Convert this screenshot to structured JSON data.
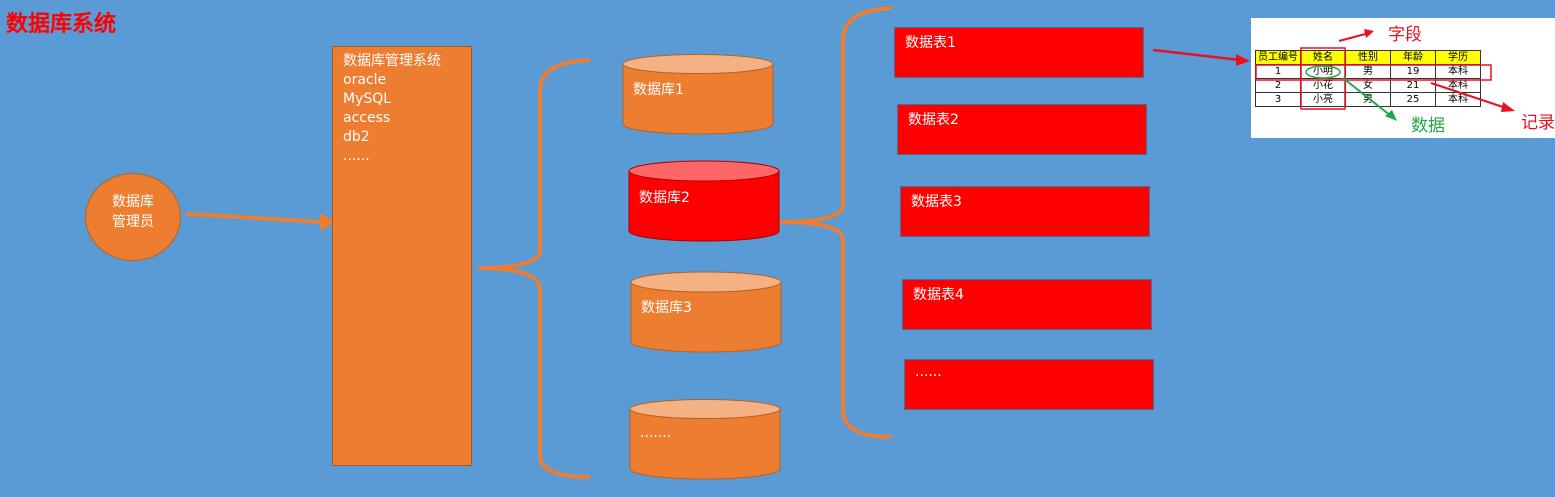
{
  "title": "数据库系统",
  "admin": {
    "line1": "数据库",
    "line2": "管理员"
  },
  "dbms": {
    "title": "数据库管理系统",
    "items": [
      "oracle",
      "MySQL",
      "access",
      "db2",
      "......"
    ]
  },
  "databases": [
    "数据库1",
    "数据库2",
    "数据库3",
    "......."
  ],
  "tables": [
    "数据表1",
    "数据表2",
    "数据表3",
    "数据表4",
    "......"
  ],
  "sheet": {
    "headers": [
      "员工编号",
      "姓名",
      "性别",
      "年龄",
      "学历"
    ],
    "rows": [
      [
        "1",
        "小明",
        "男",
        "19",
        "本科"
      ],
      [
        "2",
        "小花",
        "女",
        "21",
        "本科"
      ],
      [
        "3",
        "小亮",
        "男",
        "25",
        "本科"
      ]
    ],
    "labels": {
      "field": "字段",
      "data": "数据",
      "record": "记录"
    }
  },
  "colors": {
    "background": "#5B9BD5",
    "orange": "#ED7D31",
    "red": "#FF0000"
  }
}
